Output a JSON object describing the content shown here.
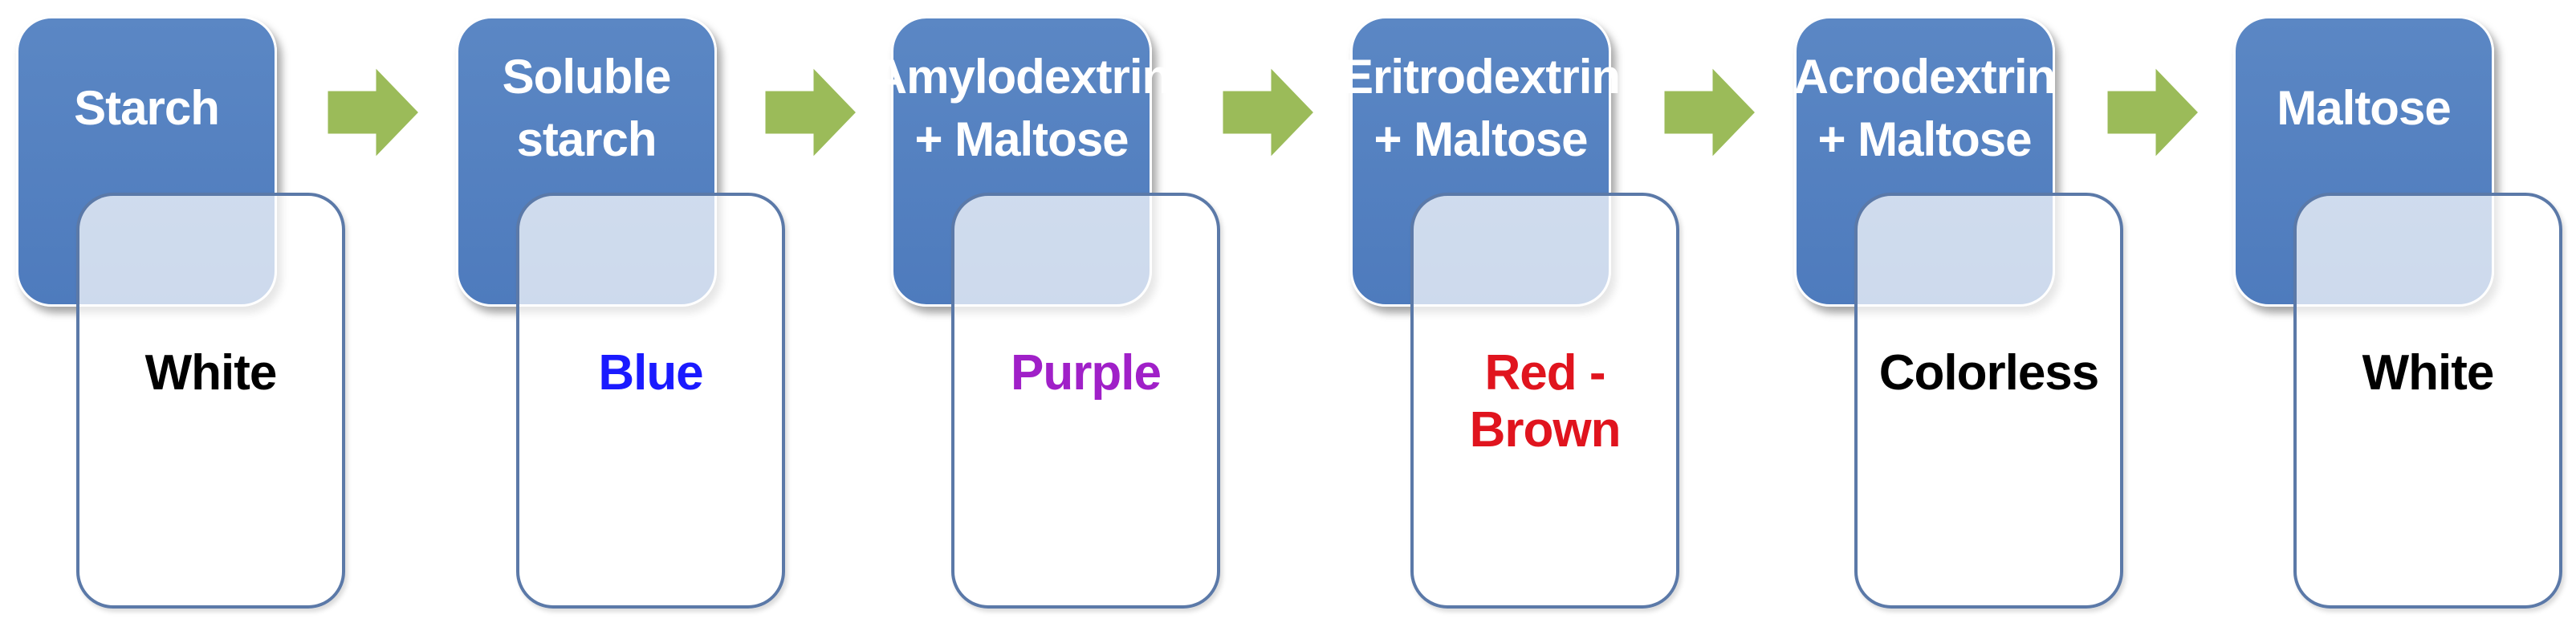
{
  "steps": [
    {
      "top_label": "Starch",
      "bottom_label": "White",
      "color": "#000000"
    },
    {
      "top_label": "Soluble\nstarch",
      "bottom_label": "Blue",
      "color": "#1a1aff"
    },
    {
      "top_label": "Amylodextrin\n+ Maltose",
      "bottom_label": "Purple",
      "color": "#a020c8"
    },
    {
      "top_label": "Eritrodextrin\n+ Maltose",
      "bottom_label": "Red - Brown",
      "color": "#e0141e"
    },
    {
      "top_label": "Acrodextrin\n+ Maltose",
      "bottom_label": "Colorless",
      "color": "#000000"
    },
    {
      "top_label": "Maltose",
      "bottom_label": "White",
      "color": "#000000"
    }
  ],
  "colors": {
    "box_fill": "#4f7cbd",
    "box_outline": "#5b79a8",
    "arrow_fill": "#9bbb59"
  }
}
